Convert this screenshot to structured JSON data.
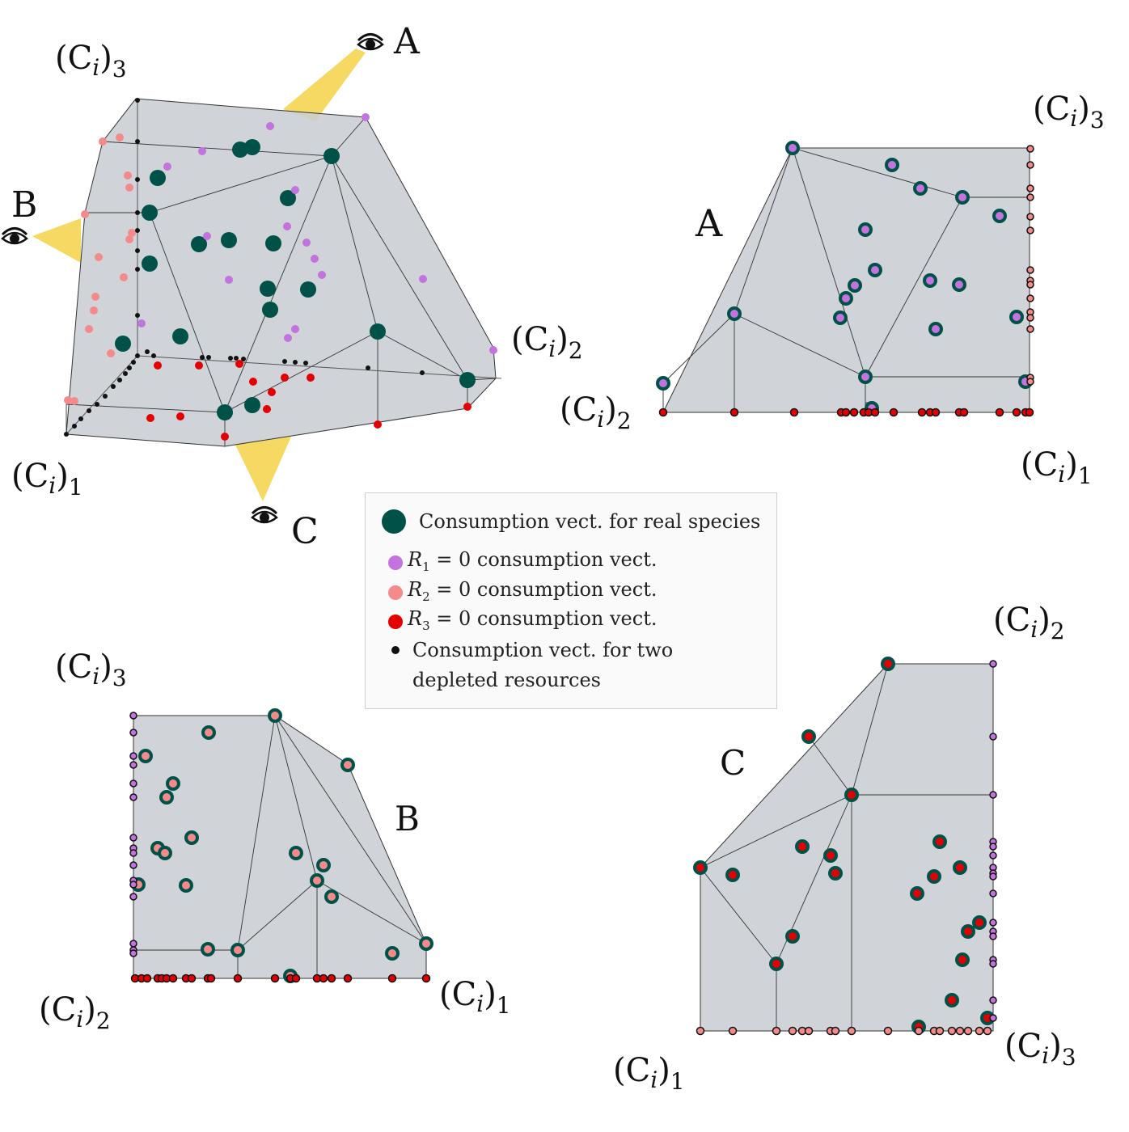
{
  "colors": {
    "real": "#005249",
    "r1": "#c472de",
    "r2": "#f48a8a",
    "r3": "#e40000",
    "two": "#111111",
    "hull": "#c8cdd2",
    "eye_beam": "#f1cc2f"
  },
  "axis_label_base": "(C",
  "axis_label_sub_i": "i",
  "axis_label_close": ")",
  "panels": {
    "p3d": {
      "ax1": "1",
      "ax2": "2",
      "ax3": "3"
    },
    "A": {
      "label": "A",
      "top_right": "3",
      "left": "2",
      "bottom_right": "1"
    },
    "B": {
      "label": "B",
      "top_left": "3",
      "bottom_left": "2",
      "bottom_right": "1"
    },
    "C": {
      "label": "C",
      "top_right": "2",
      "bottom_left": "1",
      "bottom_right": "3"
    }
  },
  "viewers": {
    "A": "A",
    "B": "B",
    "C": "C"
  },
  "legend": {
    "real_label": "Consumption vect. for real species",
    "r1_var": "R",
    "r1_sub": "1",
    "r1_rest": " = 0 consumption vect.",
    "r2_var": "R",
    "r2_sub": "2",
    "r2_rest": " = 0 consumption vect.",
    "r3_var": "R",
    "r3_sub": "3",
    "r3_rest": " = 0 consumption vect.",
    "two_line1": "Consumption vect. for two",
    "two_line2": "depleted resources"
  }
}
